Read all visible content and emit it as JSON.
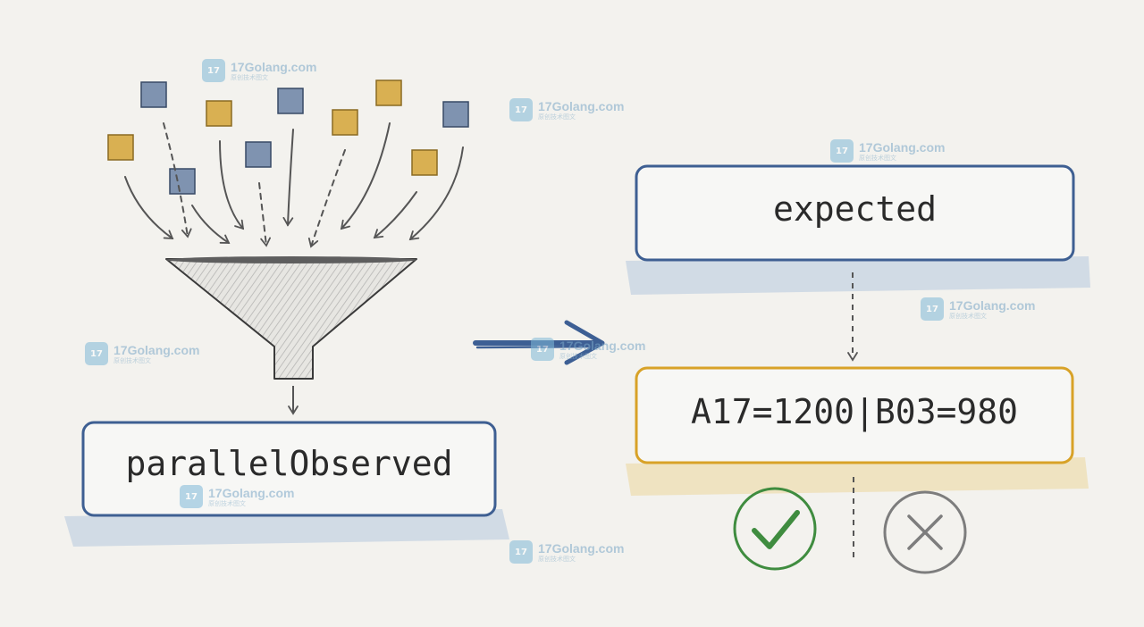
{
  "boxes": {
    "observed": "parallelObserved",
    "expected": "expected",
    "value": "A17=1200|B03=980"
  },
  "watermark": {
    "brand": "17Golang.com",
    "tagline": "原创技术图文"
  },
  "icons": [
    "check-circle-icon",
    "x-circle-icon",
    "funnel-icon",
    "arrow-right-icon"
  ],
  "colors": {
    "background": "#f3f2ee",
    "blue_box": "#3e5f92",
    "gold_box": "#d8a227",
    "square_blue": "#7f93b0",
    "square_gold": "#d9b052",
    "check_green": "#3f8c3f",
    "cross_gray": "#7d7d7d",
    "arrow_blue": "#3d5f94"
  }
}
